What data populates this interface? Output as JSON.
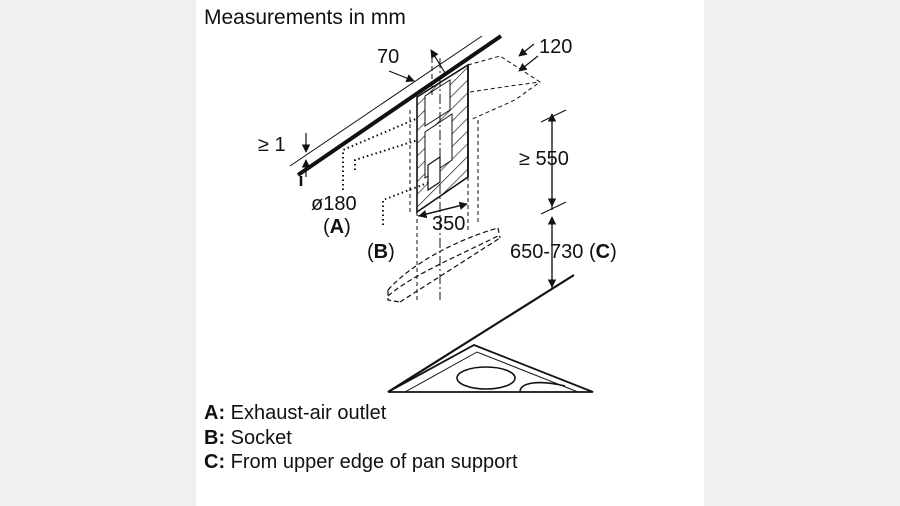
{
  "title": "Measurements in mm",
  "dimensions": {
    "d70": "70",
    "d120": "120",
    "d1": "≥ 1",
    "d550": "≥ 550",
    "d180": "ø180",
    "d350": "350",
    "d650_730": "650-730"
  },
  "callouts": {
    "a": "A",
    "b": "B",
    "c": "C"
  },
  "legend": [
    {
      "key": "A:",
      "text": "Exhaust-air outlet"
    },
    {
      "key": "B:",
      "text": "Socket"
    },
    {
      "key": "C:",
      "text": "From upper edge of pan support"
    }
  ]
}
